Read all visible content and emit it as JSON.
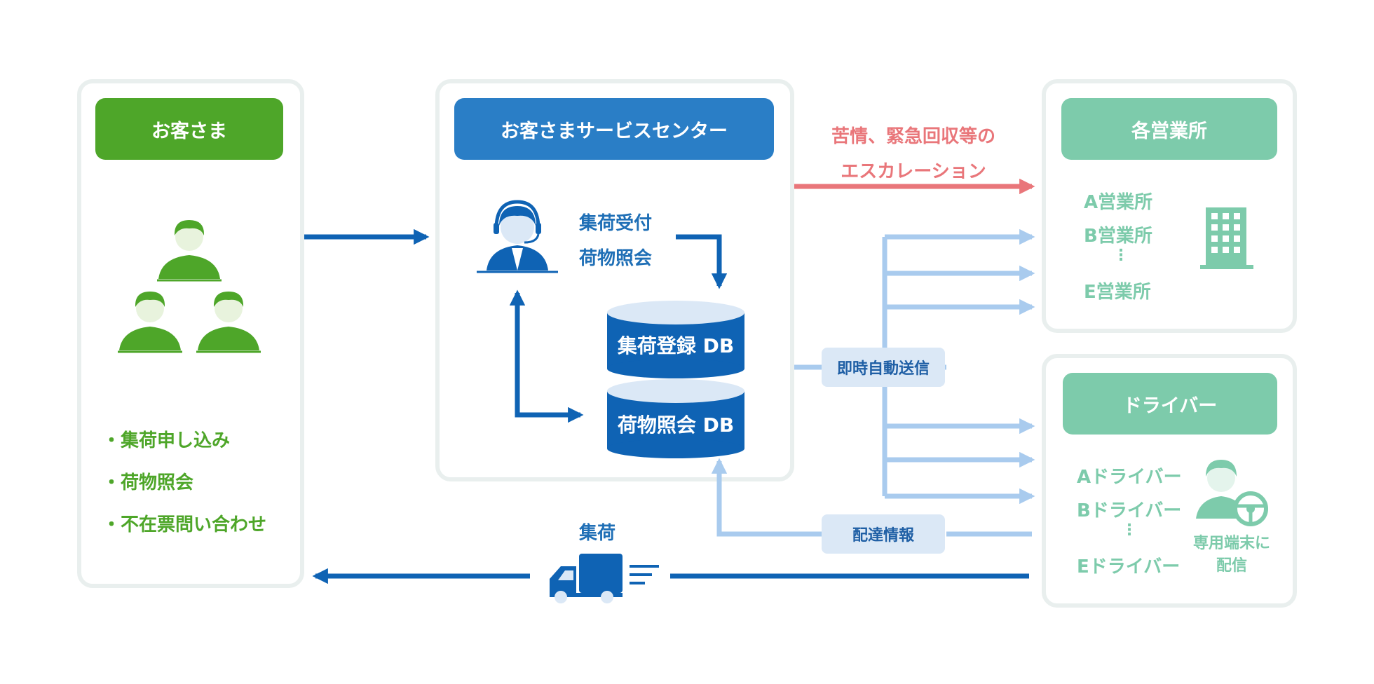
{
  "customer": {
    "title": "お客さま",
    "items": [
      "・集荷申し込み",
      "・荷物照会",
      "・不在票問い合わせ"
    ]
  },
  "service_center": {
    "title": "お客さまサービスセンター",
    "tasks": [
      "集荷受付",
      "荷物照会"
    ],
    "db_pickup": "集荷登録 DB",
    "db_inquiry": "荷物照会 DB"
  },
  "escalation": {
    "line1": "苦情、緊急回収等の",
    "line2": "エスカレーション"
  },
  "auto_send": "即時自動送信",
  "delivery_info": "配達情報",
  "pickup": "集荷",
  "offices": {
    "title": "各営業所",
    "items": [
      "A営業所",
      "B営業所",
      "⋮",
      "E営業所"
    ]
  },
  "drivers": {
    "title": "ドライバー",
    "items": [
      "Aドライバー",
      "Bドライバー",
      "⋮",
      "Eドライバー"
    ],
    "terminal_note": [
      "専用端末に",
      "配信"
    ]
  },
  "colors": {
    "green": "#4ea629",
    "blue": "#2a7ec6",
    "dark_blue": "#0f63b4",
    "light_blue": "#a9cbee",
    "mint": "#7dcbab",
    "red": "#e9767a"
  }
}
